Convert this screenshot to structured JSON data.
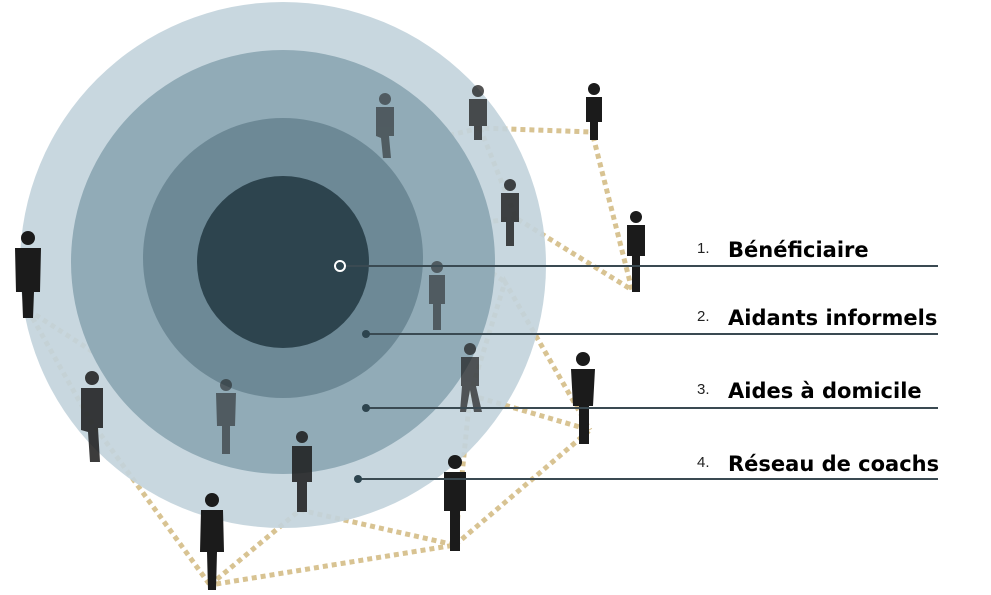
{
  "diagram": {
    "rings": [
      {
        "number": "1.",
        "label": "Bénéficiaire",
        "color": "#2d444e"
      },
      {
        "number": "2.",
        "label": "Aidants informels",
        "color": "#6d8996"
      },
      {
        "number": "3.",
        "label": "Aides à domicile",
        "color": "#91abb7"
      },
      {
        "number": "4.",
        "label": "Réseau de coachs",
        "color": "#c3d4dc"
      }
    ],
    "network_line_color": "#d8c392",
    "person_color": "#1b1b1b",
    "leader_line_color": "#3a4a52"
  }
}
